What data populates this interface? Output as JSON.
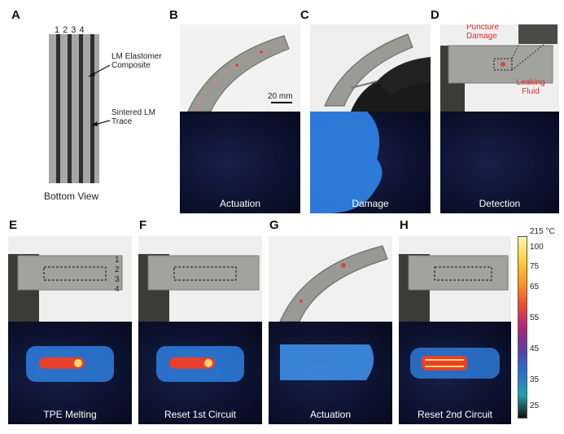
{
  "panels": {
    "A": {
      "letter": "A",
      "trace_numbers": [
        "1",
        "2",
        "3",
        "4"
      ],
      "label_composite": "LM Elastomer Composite",
      "label_trace": "Sintered LM Trace",
      "caption": "Bottom View"
    },
    "B": {
      "letter": "B",
      "scale_bar": "20 mm",
      "caption": "Actuation"
    },
    "C": {
      "letter": "C",
      "caption": "Damage"
    },
    "D": {
      "letter": "D",
      "label_puncture": "Puncture Damage",
      "label_leak": "Leaking Fluid",
      "caption": "Detection"
    },
    "E": {
      "letter": "E",
      "circuit_numbers": [
        "1",
        "2",
        "3",
        "4"
      ],
      "caption": "TPE Melting"
    },
    "F": {
      "letter": "F",
      "caption": "Reset 1st Circuit"
    },
    "G": {
      "letter": "G",
      "caption": "Actuation"
    },
    "H": {
      "letter": "H",
      "caption": "Reset 2nd Circuit"
    }
  },
  "colorbar": {
    "ticks": [
      "215 °C",
      "100",
      "75",
      "65",
      "55",
      "45",
      "35",
      "25"
    ],
    "colors": [
      "#fff4b0",
      "#ffd23f",
      "#ff9a1e",
      "#f04a32",
      "#b3237a",
      "#5a3fa0",
      "#2a6fd0",
      "#1ea3a8",
      "#111111"
    ]
  },
  "colors": {
    "annotation_red": "#e02b2b",
    "hot_core": "#ffd470",
    "hot_trace": "#e8402a",
    "cool_glow": "#2f7fe0"
  }
}
